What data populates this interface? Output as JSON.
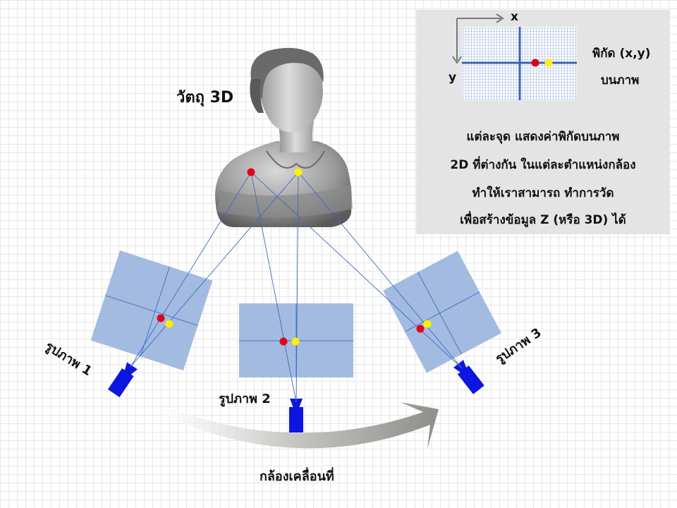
{
  "object": {
    "label": "วัตถุ 3D"
  },
  "images": [
    {
      "label": "รูปภาพ 1"
    },
    {
      "label": "รูปภาพ 2"
    },
    {
      "label": "รูปภาพ 3"
    }
  ],
  "motion": {
    "label": "กล้องเคลื่อนที่"
  },
  "legend": {
    "axis_x": "x",
    "axis_y": "y",
    "coord_line1": "พิกัด (x,y)",
    "coord_line2": "บนภาพ",
    "explanation": [
      "แต่ละจุด แสดงค่าพิกัดบนภาพ",
      "2D ที่ต่างกัน ในแต่ละตำแหน่งกล้อง",
      "ทำให้เราสามารถ ทำการวัด",
      "เพื่อสร้างข้อมูล Z (หรือ 3D) ได้"
    ]
  },
  "colors": {
    "point_1": "#e3001b",
    "point_2": "#ffef00",
    "image_plane": "#a3bbe0",
    "camera": "#0d16e0",
    "ray": "#3d6cc0",
    "panel": "#e4e4e4",
    "arrow": "#9a9a96"
  }
}
